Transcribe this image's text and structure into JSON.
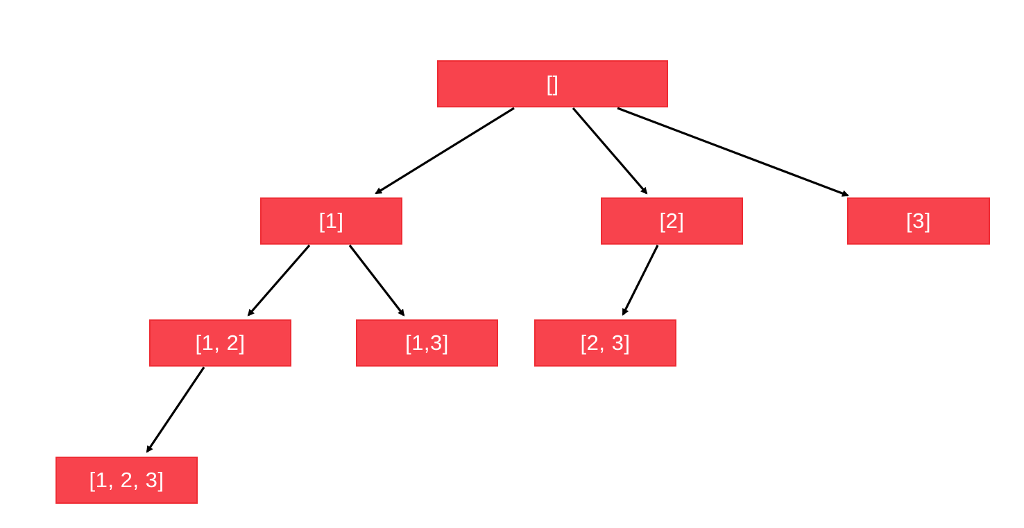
{
  "nodes": {
    "root": {
      "label": "[]"
    },
    "n1": {
      "label": "[1]"
    },
    "n2": {
      "label": "[2]"
    },
    "n3": {
      "label": "[3]"
    },
    "n12": {
      "label": "[1, 2]"
    },
    "n13": {
      "label": "[1,3]"
    },
    "n23": {
      "label": "[2, 3]"
    },
    "n123": {
      "label": "[1, 2, 3]"
    }
  },
  "edges": [
    {
      "from": "[]",
      "to": "[1]"
    },
    {
      "from": "[]",
      "to": "[2]"
    },
    {
      "from": "[]",
      "to": "[3]"
    },
    {
      "from": "[1]",
      "to": "[1, 2]"
    },
    {
      "from": "[1]",
      "to": "[1,3]"
    },
    {
      "from": "[2]",
      "to": "[2, 3]"
    },
    {
      "from": "[1, 2]",
      "to": "[1, 2, 3]"
    }
  ],
  "colors": {
    "node_fill": "#f8434d",
    "node_border": "#ee2c34",
    "node_text": "#ffffff",
    "edge": "#000000",
    "background": "#ffffff"
  }
}
